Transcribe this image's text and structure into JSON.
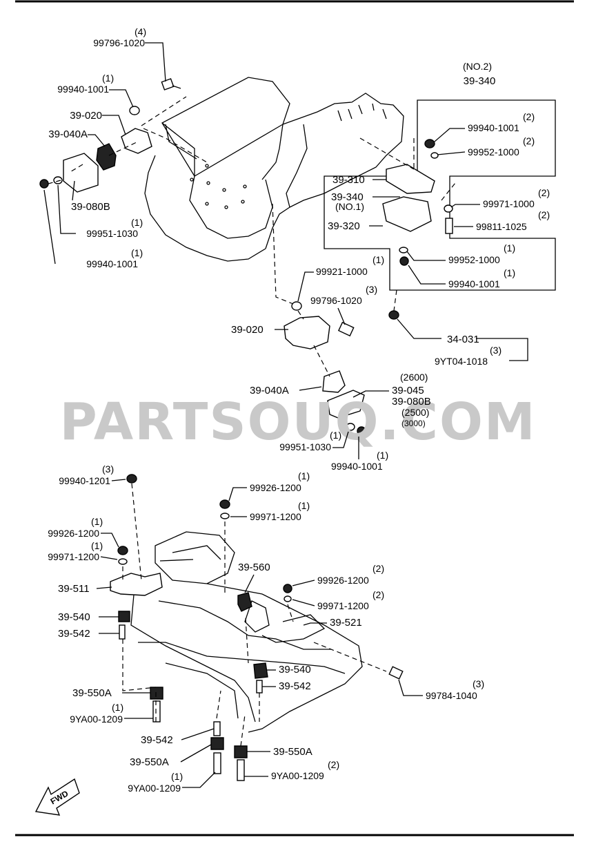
{
  "watermark": "PARTSOUQ.COM",
  "fwd_label": "FWD",
  "callouts": [
    {
      "id": "c01",
      "qty": "(4)",
      "pn": "99796-1020"
    },
    {
      "id": "c02",
      "qty": "(1)",
      "pn": "99940-1001"
    },
    {
      "id": "c03",
      "qty": "",
      "pn": "39-020"
    },
    {
      "id": "c04",
      "qty": "",
      "pn": "39-040A"
    },
    {
      "id": "c05",
      "qty": "",
      "pn": "39-080B"
    },
    {
      "id": "c06",
      "qty": "(1)",
      "pn": "99951-1030"
    },
    {
      "id": "c07",
      "qty": "(1)",
      "pn": "99940-1001"
    },
    {
      "id": "c08",
      "qty": "(NO.2)",
      "pn": "39-340"
    },
    {
      "id": "c09",
      "qty": "(2)",
      "pn": "99940-1001"
    },
    {
      "id": "c10",
      "qty": "(2)",
      "pn": "99952-1000"
    },
    {
      "id": "c11",
      "qty": "",
      "pn": "39-310"
    },
    {
      "id": "c12",
      "qty": "(NO.1)",
      "pn": "39-340"
    },
    {
      "id": "c13",
      "qty": "",
      "pn": "39-320"
    },
    {
      "id": "c14",
      "qty": "(2)",
      "pn": "99971-1000"
    },
    {
      "id": "c15",
      "qty": "(2)",
      "pn": "99811-1025"
    },
    {
      "id": "c16",
      "qty": "(1)",
      "pn": "99952-1000"
    },
    {
      "id": "c17",
      "qty": "(1)",
      "pn": "99940-1001"
    },
    {
      "id": "c18",
      "qty": "(1)",
      "pn": "99921-1000"
    },
    {
      "id": "c19",
      "qty": "(3)",
      "pn": "99796-1020"
    },
    {
      "id": "c20",
      "qty": "",
      "pn": "39-020"
    },
    {
      "id": "c21",
      "qty": "",
      "pn": "34-031"
    },
    {
      "id": "c22",
      "qty": "(3)",
      "pn": "9YT04-1018"
    },
    {
      "id": "c23",
      "qty": "",
      "pn": "39-040A"
    },
    {
      "id": "c24",
      "qty": "(2600)",
      "pn": "39-045"
    },
    {
      "id": "c25",
      "qty": "(2500)",
      "pn": "39-080B",
      "qty2": "(3000)"
    },
    {
      "id": "c26",
      "qty": "(1)",
      "pn": "99951-1030"
    },
    {
      "id": "c27",
      "qty": "(1)",
      "pn": "99940-1001"
    },
    {
      "id": "c28",
      "qty": "(3)",
      "pn": "99940-1201"
    },
    {
      "id": "c29",
      "qty": "(1)",
      "pn": "99926-1200"
    },
    {
      "id": "c30",
      "qty": "(1)",
      "pn": "99971-1200"
    },
    {
      "id": "c31",
      "qty": "(1)",
      "pn": "99926-1200"
    },
    {
      "id": "c32",
      "qty": "(1)",
      "pn": "99971-1200"
    },
    {
      "id": "c33",
      "qty": "",
      "pn": "39-560"
    },
    {
      "id": "c34",
      "qty": "",
      "pn": "39-511"
    },
    {
      "id": "c35",
      "qty": "(2)",
      "pn": "99926-1200"
    },
    {
      "id": "c36",
      "qty": "(2)",
      "pn": "99971-1200"
    },
    {
      "id": "c37",
      "qty": "",
      "pn": "39-540"
    },
    {
      "id": "c38",
      "qty": "",
      "pn": "39-521"
    },
    {
      "id": "c39",
      "qty": "",
      "pn": "39-542"
    },
    {
      "id": "c40",
      "qty": "",
      "pn": "39-540"
    },
    {
      "id": "c41",
      "qty": "",
      "pn": "39-542"
    },
    {
      "id": "c42",
      "qty": "(3)",
      "pn": "99784-1040"
    },
    {
      "id": "c43",
      "qty": "",
      "pn": "39-550A"
    },
    {
      "id": "c44",
      "qty": "(1)",
      "pn": "9YA00-1209"
    },
    {
      "id": "c45",
      "qty": "",
      "pn": "39-542"
    },
    {
      "id": "c46",
      "qty": "",
      "pn": "39-550A"
    },
    {
      "id": "c47",
      "qty": "",
      "pn": "39-550A"
    },
    {
      "id": "c48",
      "qty": "(1)",
      "pn": "9YA00-1209"
    },
    {
      "id": "c49",
      "qty": "(2)",
      "pn": "9YA00-1209"
    }
  ]
}
